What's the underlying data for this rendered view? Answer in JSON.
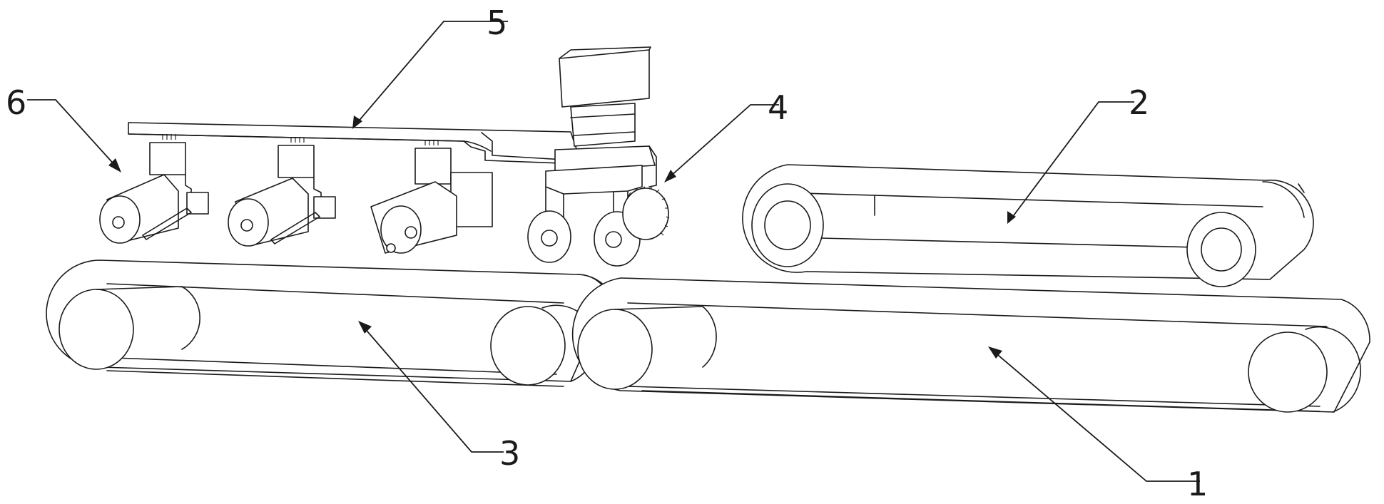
{
  "figure": {
    "background": "#ffffff",
    "line_color": "#1a1a1a"
  },
  "callouts": {
    "c1": "1",
    "c2": "2",
    "c3": "3",
    "c4": "4",
    "c5": "5",
    "c6": "6"
  }
}
